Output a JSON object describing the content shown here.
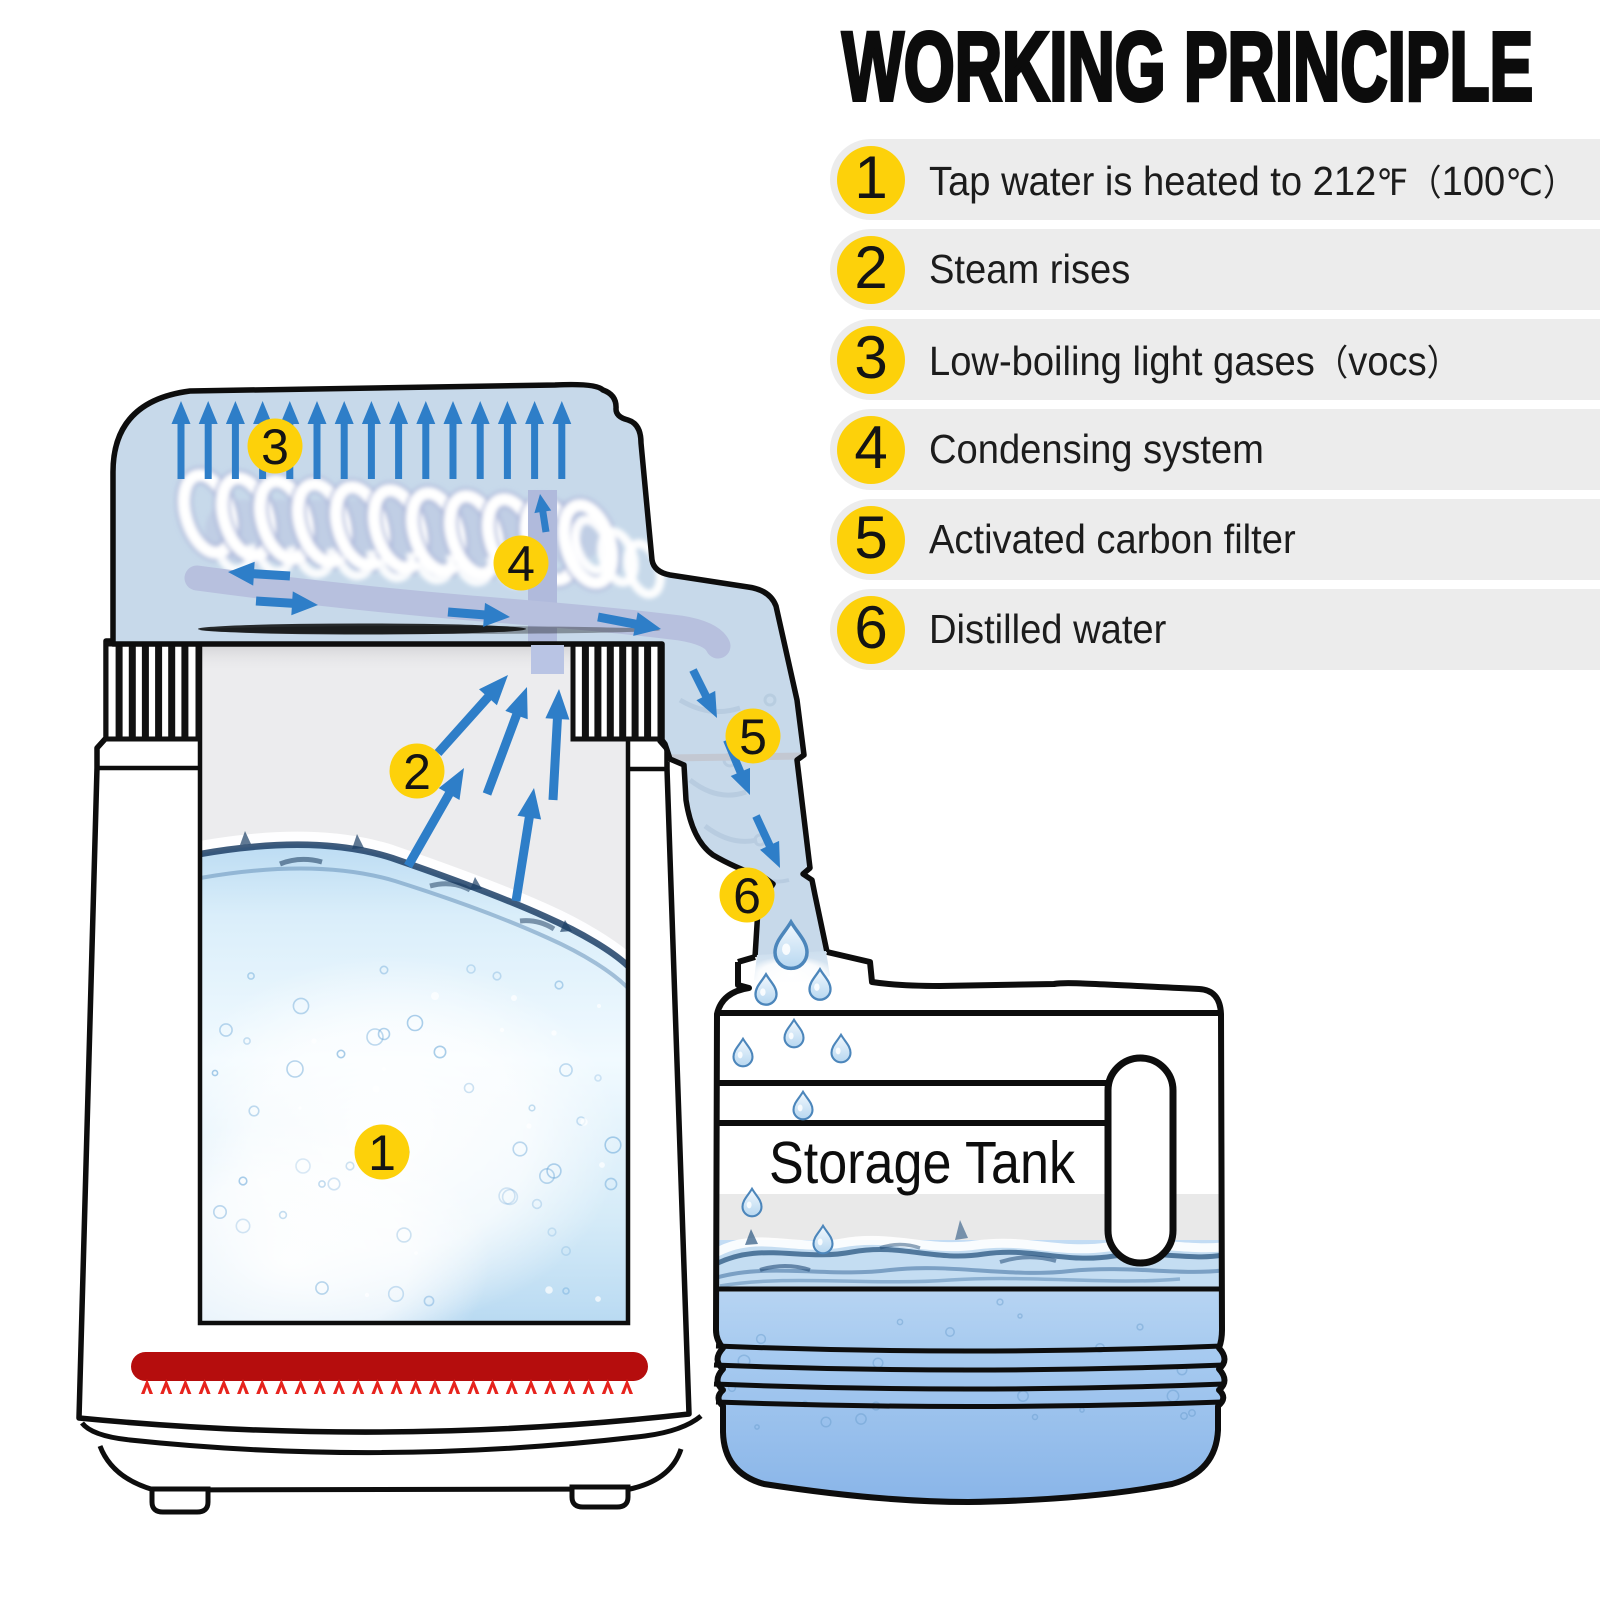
{
  "title": "WORKING PRINCIPLE",
  "steps": [
    {
      "number": "1",
      "label": "Tap water is heated to 212℉（100℃）"
    },
    {
      "number": "2",
      "label": "Steam rises"
    },
    {
      "number": "3",
      "label": "Low-boiling light gases（vocs）"
    },
    {
      "number": "4",
      "label": "Condensing system"
    },
    {
      "number": "5",
      "label": "Activated carbon filter"
    },
    {
      "number": "6",
      "label": "Distilled water"
    }
  ],
  "diagram": {
    "marker_numbers": [
      "1",
      "2",
      "3",
      "4",
      "5",
      "6"
    ],
    "tank_label": "Storage Tank"
  },
  "colors": {
    "accent_yellow": "#fdd10a",
    "arrow_blue": "#2e7ec8",
    "machine_lid_blue": "#c7d9ea",
    "heater_red": "#b50d0d",
    "heat_tick_red": "#e7231d",
    "list_pill_gray": "#ececec",
    "outline_black": "#111111",
    "tank_water_blue": "#8fb9e9"
  }
}
